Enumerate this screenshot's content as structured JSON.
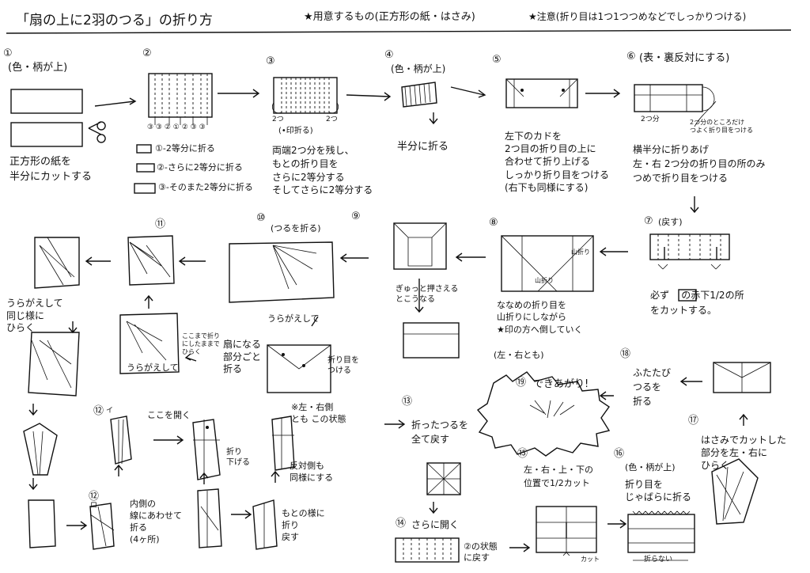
{
  "header": {
    "title": "「扇の上に2羽のつる」の折り方",
    "materials": "★用意するもの(正方形の紙・はさみ)",
    "tip": "★注意(折り目は1つ1つつめなどでしっかりつける)"
  },
  "steps": {
    "s1": {
      "num": "①",
      "note": "(色・柄が上)",
      "caption": "正方形の紙を\n半分にカットする"
    },
    "s2": {
      "num": "②",
      "marks": "③ ③ ② ① ② ③ ③",
      "l1": "①-2等分に折る",
      "l2": "②-さらに2等分に折る",
      "l3": "③-そのまた2等分に折る"
    },
    "s3": {
      "num": "③",
      "side_l": "2つ",
      "side_r": "2つ",
      "mark": "(•印折る)",
      "caption": "両端2つ分を残し、\nもとの折り目を\nさらに2等分する\nそしてさらに2等分する"
    },
    "s4": {
      "num": "④",
      "note": "(色・柄が上)",
      "caption": "半分に折る"
    },
    "s5": {
      "num": "⑤",
      "caption": "左下のカドを\n2つ目の折り目の上に\n合わせて折り上げる\nしっかり折り目をつける\n(右下も同様にする)"
    },
    "s6": {
      "num": "⑥",
      "note": "(表・裏反対にする)",
      "side": "2つ分",
      "side_note": "2つ分のところだけ\nつよく折り目をつける",
      "caption": "横半分に折りあげ\n左・右 2つ分の折り目の所のみ\nつめで折り目をつける"
    },
    "s7": {
      "num": "⑦",
      "note": "(戻す)",
      "caption": "必ず    の赤下1/2の所\nをカットする。"
    },
    "s8": {
      "num": "⑧",
      "fold_label": "山折り",
      "fold_label2": "山折り",
      "caption": "ななめの折り目を\n山折りにしながら\n★印の方へ倒していく"
    },
    "s9": {
      "num": "⑨",
      "inner": "ぎゅっと押さえる\nとこうなる"
    },
    "s10": {
      "num": "⑩",
      "note": "(つるを折る)",
      "flip": "うらがえして",
      "fan": "扇になる\n部分ごと\n折る",
      "crease": "折り目を\nつける"
    },
    "s11": {
      "num": "⑪",
      "here": "ここまで折り\nにしたままで\nひらく",
      "flip": "うらがえして"
    },
    "left": {
      "flip": "うらがえして\n同じ様に\nひらく"
    },
    "s12a": {
      "num": "⑫",
      "sub": "イ",
      "open": "ここを開く",
      "fold_down": "折り\n下げる"
    },
    "s12b": {
      "num": "⑫",
      "sub": "ロ",
      "caption": "内側の\n線にあわせて\n折る\n(4ヶ所)"
    },
    "s12c": {
      "note": "※左・右側\nとも この状態",
      "opp": "反対側も\n同様にする",
      "back": "もとの様に\n折り\n戻す"
    },
    "s13": {
      "num": "⑬",
      "caption": "折ったつるを\n全て戻す"
    },
    "s14": {
      "num": "⑭",
      "caption": "さらに開く",
      "back": "②の状態\nに戻す"
    },
    "s15": {
      "num": "⑮",
      "caption": "左・右・上・下の\n位置で1/2カット",
      "cut": "カット"
    },
    "s16": {
      "num": "⑯",
      "note": "(色・柄が上)",
      "caption": "折り目を\nじゃばらに折る",
      "nofold": "折らない"
    },
    "s17": {
      "num": "⑰",
      "caption": "はさみでカットした\n部分を左・右に\nひらく"
    },
    "s18": {
      "num": "⑱",
      "caption": "ふたたび\nつるを\n折る"
    },
    "s19": {
      "num": "⑲",
      "note": "(左・右とも)",
      "done": "できあがり!"
    }
  }
}
